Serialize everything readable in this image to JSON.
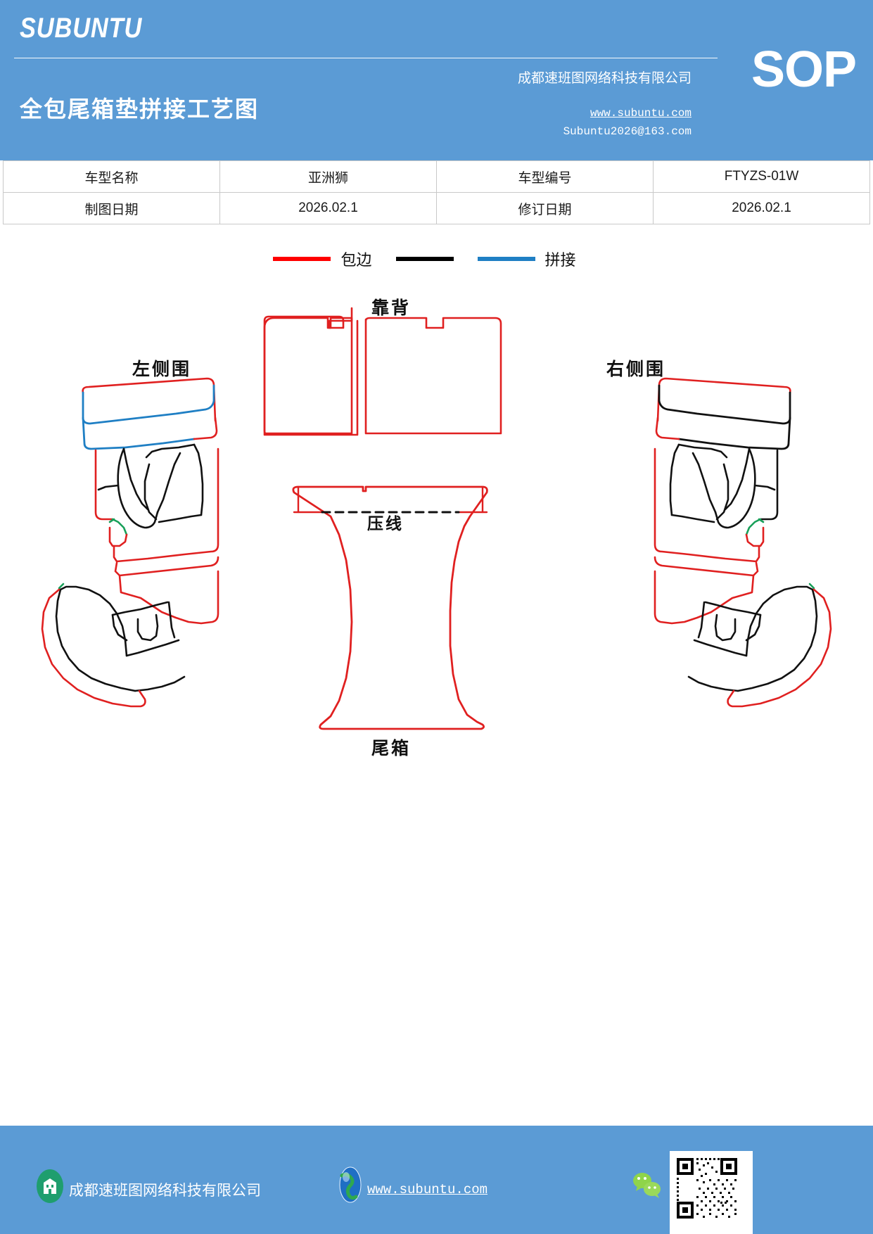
{
  "header": {
    "brand": "SUBUNTU",
    "doc_title": "全包尾箱垫拼接工艺图",
    "company": "成都速班图网络科技有限公司",
    "website": "www.subuntu.com",
    "email": "Subuntu2026@163.com",
    "sop_badge": "SOP",
    "bg_color": "#5b9bd5"
  },
  "info_table": {
    "rows": [
      {
        "label_1": "车型名称",
        "value_1": "亚洲狮",
        "label_2": "车型编号",
        "value_2": "FTYZS-01W"
      },
      {
        "label_1": "制图日期",
        "value_1": "2026.02.1",
        "label_2": "修订日期",
        "value_2": "2026.02.1"
      }
    ]
  },
  "legend": {
    "items": [
      {
        "color": "#ff0000",
        "label": "包边"
      },
      {
        "color": "#000000",
        "label": ""
      },
      {
        "color": "#1f7fc4",
        "label": "拼接"
      }
    ],
    "binding_label": "包边",
    "splice_label": "拼接"
  },
  "diagram": {
    "labels": {
      "backrest": "靠背",
      "left_side": "左侧围",
      "right_side": "右侧围",
      "press_line": "压线",
      "trunk": "尾箱"
    },
    "colors": {
      "binding": "#e02020",
      "splice_black": "#111111",
      "splice_blue": "#1f7fc4",
      "accent_green": "#19a05a"
    }
  },
  "footer": {
    "company": "成都速班图网络科技有限公司",
    "website": "www.subuntu.com",
    "bg_color": "#5b9bd5"
  }
}
